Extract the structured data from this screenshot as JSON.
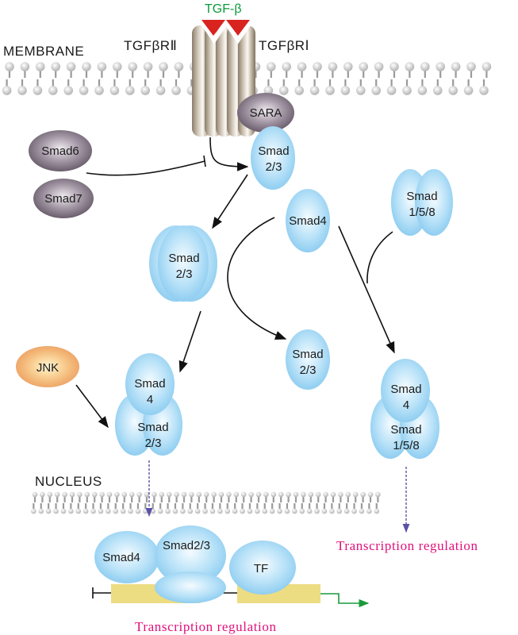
{
  "labels": {
    "membrane": "MEMBRANE",
    "nucleus": "NUCLEUS",
    "ligand": "TGF-β",
    "receptor2": "TGFβRⅡ",
    "receptor1": "TGFβRⅠ",
    "sara": "SARA",
    "smad6": "Smad6",
    "smad7": "Smad7",
    "jnk": "JNK",
    "tf": "TF"
  },
  "nodes": {
    "smad23_receptor": [
      "Smad",
      "2/3"
    ],
    "smad4_free": "Smad4",
    "smad158_free": [
      "Smad",
      "1/5/8"
    ],
    "smad23_trimer": [
      "Smad",
      "2/3"
    ],
    "smad23_nuclear_alone": [
      "Smad",
      "2/3"
    ],
    "complex_left": {
      "top": [
        "Smad",
        "4"
      ],
      "bottom": [
        "Smad",
        "2/3"
      ]
    },
    "complex_right": {
      "top": [
        "Smad",
        "4"
      ],
      "bottom": [
        "Smad",
        "1/5/8"
      ]
    },
    "dna_complex": {
      "smad4": "Smad4",
      "smad23": "Smad2/3",
      "tf": "TF"
    }
  },
  "outputs": {
    "left": "Transcription regulation",
    "right": "Transcription regulation"
  },
  "colors": {
    "smad_blue": "#8fcdf0",
    "smad_blue_light": "#e6f5fd",
    "inhibitor_purple": "#6e6070",
    "jnk_orange": "#f0a868",
    "ligand_red": "#d8231e",
    "receptor_tan": "#9a8e7e",
    "dna_box": "#ecdc82",
    "tr_magenta": "#e0107a",
    "ligand_green": "#0a9a3a",
    "transcript_arrow": "#1a9a3a"
  }
}
